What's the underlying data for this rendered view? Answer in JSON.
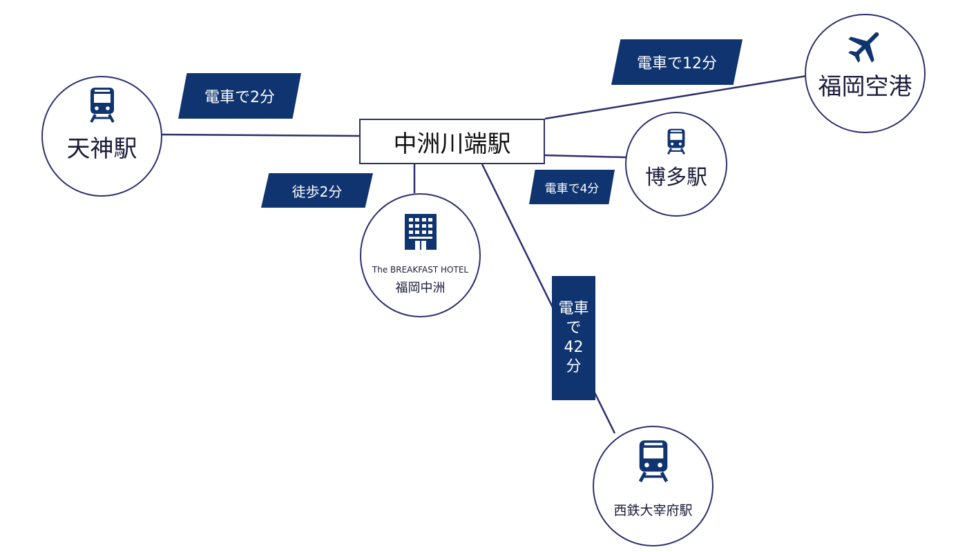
{
  "hub": {
    "label": "中洲川端駅"
  },
  "nodes": {
    "tenjin": {
      "label": "天神駅",
      "icon": "train-icon"
    },
    "hakata": {
      "label": "博多駅",
      "icon": "train-icon"
    },
    "airport": {
      "label": "福岡空港",
      "icon": "airplane-icon"
    },
    "hotel": {
      "label_en": "The BREAKFAST HOTEL",
      "label_ja": "福岡中洲",
      "icon": "building-icon"
    },
    "dazaifu": {
      "label": "西鉄大宰府駅",
      "icon": "train-icon"
    }
  },
  "routes": {
    "tenjin": "電車で2分",
    "airport": "電車で12分",
    "hakata": "電車で4分",
    "hotel": "徒歩2分",
    "dazaifu": [
      "電車",
      "で",
      "42",
      "分"
    ]
  },
  "colors": {
    "accent": "#0f3470",
    "line": "#2c2f6b"
  }
}
